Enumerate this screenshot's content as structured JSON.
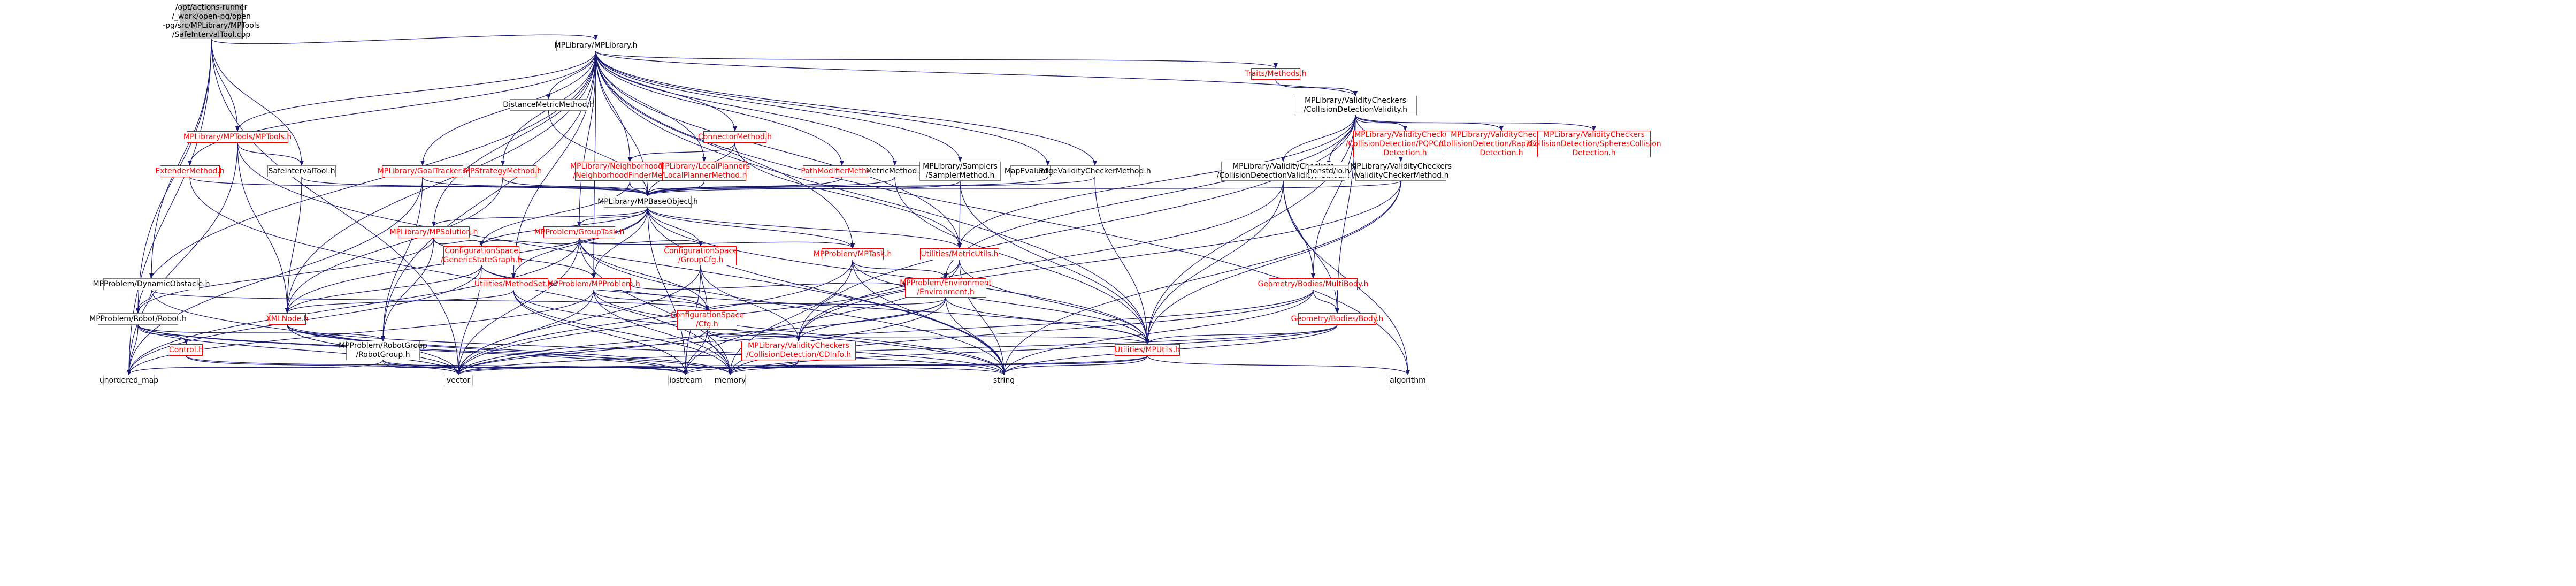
{
  "colors": {
    "edge": "#191970",
    "red_border": "#ff0000",
    "grey_border": "#808080",
    "root_fill": "#bfbfbf"
  },
  "nodes": {
    "root": {
      "lines": [
        "/opt/actions-runner",
        "/_work/open-pg/open",
        "-pg/src/MPLibrary/MPTools",
        "/SafeIntervalTool.cpp"
      ],
      "style": "root"
    },
    "mplibrary": {
      "lines": [
        "MPLibrary/MPLibrary.h"
      ],
      "style": "normal"
    },
    "traits": {
      "lines": [
        "Traits/Methods.h"
      ],
      "style": "red"
    },
    "cdv": {
      "lines": [
        "MPLibrary/ValidityCheckers",
        "/CollisionDetectionValidity.h"
      ],
      "style": "normal"
    },
    "mptools": {
      "lines": [
        "MPLibrary/MPTools/MPTools.h"
      ],
      "style": "red"
    },
    "extender": {
      "lines": [
        "ExtenderMethod.h"
      ],
      "style": "red"
    },
    "safeint": {
      "lines": [
        "SafeIntervalTool.h"
      ],
      "style": "normal"
    },
    "goaltracker": {
      "lines": [
        "MPLibrary/GoalTracker.h"
      ],
      "style": "red"
    },
    "mpstrategy": {
      "lines": [
        "MPStrategyMethod.h"
      ],
      "style": "red"
    },
    "distance": {
      "lines": [
        "DistanceMetricMethod.h"
      ],
      "style": "normal"
    },
    "nfinders": {
      "lines": [
        "MPLibrary/NeighborhoodFinders",
        "/NeighborhoodFinderMethod.h"
      ],
      "style": "red"
    },
    "connector": {
      "lines": [
        "ConnectorMethod.h"
      ],
      "style": "red"
    },
    "localplan": {
      "lines": [
        "MPLibrary/LocalPlanners",
        "/LocalPlannerMethod.h"
      ],
      "style": "red"
    },
    "pathmod": {
      "lines": [
        "PathModifierMethod.h"
      ],
      "style": "red"
    },
    "metric": {
      "lines": [
        "MetricMethod.h"
      ],
      "style": "normal"
    },
    "samplers": {
      "lines": [
        "MPLibrary/Samplers",
        "/SamplerMethod.h"
      ],
      "style": "normal"
    },
    "mapeval": {
      "lines": [
        "MapEvaluatorMethod.h"
      ],
      "style": "normal"
    },
    "edgevalid": {
      "lines": [
        "EdgeValidityCheckerMethod.h"
      ],
      "style": "normal"
    },
    "cdvm": {
      "lines": [
        "MPLibrary/ValidityCheckers",
        "/CollisionDetectionValidityMethod.h"
      ],
      "style": "normal"
    },
    "nonstd": {
      "lines": [
        "nonstd/io.h"
      ],
      "style": "plain"
    },
    "vcm": {
      "lines": [
        "MPLibrary/ValidityCheckers",
        "/ValidityCheckerMethod.h"
      ],
      "style": "normal"
    },
    "pqp": {
      "lines": [
        "MPLibrary/ValidityCheckers",
        "/CollisionDetection/PQPCollision",
        "Detection.h"
      ],
      "style": "red"
    },
    "rapid": {
      "lines": [
        "MPLibrary/ValidityCheckers",
        "/CollisionDetection/RapidCollision",
        "Detection.h"
      ],
      "style": "red"
    },
    "spheres": {
      "lines": [
        "MPLibrary/ValidityCheckers",
        "/CollisionDetection/SpheresCollision",
        "Detection.h"
      ],
      "style": "red"
    },
    "mpbase": {
      "lines": [
        "MPLibrary/MPBaseObject.h"
      ],
      "style": "normal"
    },
    "mpsolution": {
      "lines": [
        "MPLibrary/MPSolution.h"
      ],
      "style": "red"
    },
    "grouptask": {
      "lines": [
        "MPProblem/GroupTask.h"
      ],
      "style": "red"
    },
    "cspace_gsg": {
      "lines": [
        "ConfigurationSpace",
        "/GenericStateGraph.h"
      ],
      "style": "red"
    },
    "mptask": {
      "lines": [
        "MPProblem/MPTask.h"
      ],
      "style": "red"
    },
    "metricutils": {
      "lines": [
        "Utilities/MetricUtils.h"
      ],
      "style": "red"
    },
    "groupcfg": {
      "lines": [
        "ConfigurationSpace",
        "/GroupCfg.h"
      ],
      "style": "red"
    },
    "dynobst": {
      "lines": [
        "MPProblem/DynamicObstacle.h"
      ],
      "style": "normal"
    },
    "methodset": {
      "lines": [
        "Utilities/MethodSet.h"
      ],
      "style": "red"
    },
    "mpproblem": {
      "lines": [
        "MPProblem/MPProblem.h"
      ],
      "style": "red"
    },
    "environment": {
      "lines": [
        "MPProblem/Environment",
        "/Environment.h"
      ],
      "style": "red"
    },
    "multibody": {
      "lines": [
        "Geometry/Bodies/MultiBody.h"
      ],
      "style": "red"
    },
    "robot": {
      "lines": [
        "MPProblem/Robot/Robot.h"
      ],
      "style": "normal"
    },
    "xmlnode": {
      "lines": [
        "XMLNode.h"
      ],
      "style": "red"
    },
    "cfg": {
      "lines": [
        "ConfigurationSpace",
        "/Cfg.h"
      ],
      "style": "red"
    },
    "body": {
      "lines": [
        "Geometry/Bodies/Body.h"
      ],
      "style": "red"
    },
    "control": {
      "lines": [
        "Control.h"
      ],
      "style": "red"
    },
    "robotgroup": {
      "lines": [
        "MPProblem/RobotGroup",
        "/RobotGroup.h"
      ],
      "style": "normal"
    },
    "cdinfo": {
      "lines": [
        "MPLibrary/ValidityCheckers",
        "/CollisionDetection/CDInfo.h"
      ],
      "style": "red"
    },
    "mputils": {
      "lines": [
        "Utilities/MPUtils.h"
      ],
      "style": "red"
    },
    "unordered": {
      "lines": [
        "unordered_map"
      ],
      "style": "plain"
    },
    "vector": {
      "lines": [
        "vector"
      ],
      "style": "plain"
    },
    "iostream": {
      "lines": [
        "iostream"
      ],
      "style": "plain"
    },
    "memory": {
      "lines": [
        "memory"
      ],
      "style": "plain"
    },
    "string": {
      "lines": [
        "string"
      ],
      "style": "plain"
    },
    "algorithm": {
      "lines": [
        "algorithm"
      ],
      "style": "plain"
    }
  },
  "edges": [
    [
      "root",
      "mplibrary"
    ],
    [
      "root",
      "mptools"
    ],
    [
      "root",
      "safeint"
    ],
    [
      "root",
      "robot"
    ],
    [
      "root",
      "dynobst"
    ],
    [
      "root",
      "vector"
    ],
    [
      "root",
      "unordered"
    ],
    [
      "mplibrary",
      "traits"
    ],
    [
      "mplibrary",
      "cdv"
    ],
    [
      "mplibrary",
      "mptools"
    ],
    [
      "mplibrary",
      "extender"
    ],
    [
      "mplibrary",
      "goaltracker"
    ],
    [
      "mplibrary",
      "mpstrategy"
    ],
    [
      "mplibrary",
      "distance"
    ],
    [
      "mplibrary",
      "nfinders"
    ],
    [
      "mplibrary",
      "connector"
    ],
    [
      "mplibrary",
      "localplan"
    ],
    [
      "mplibrary",
      "pathmod"
    ],
    [
      "mplibrary",
      "metric"
    ],
    [
      "mplibrary",
      "samplers"
    ],
    [
      "mplibrary",
      "mapeval"
    ],
    [
      "mplibrary",
      "edgevalid"
    ],
    [
      "mplibrary",
      "mpbase"
    ],
    [
      "mplibrary",
      "mpsolution"
    ],
    [
      "mplibrary",
      "grouptask"
    ],
    [
      "mplibrary",
      "mptask"
    ],
    [
      "mplibrary",
      "metricutils"
    ],
    [
      "mplibrary",
      "methodset"
    ],
    [
      "mplibrary",
      "mpproblem"
    ],
    [
      "mplibrary",
      "xmlnode"
    ],
    [
      "mplibrary",
      "robot"
    ],
    [
      "mplibrary",
      "robotgroup"
    ],
    [
      "mplibrary",
      "mputils"
    ],
    [
      "mplibrary",
      "algorithm"
    ],
    [
      "traits",
      "cdv"
    ],
    [
      "cdv",
      "cdvm"
    ],
    [
      "cdv",
      "pqp"
    ],
    [
      "cdv",
      "rapid"
    ],
    [
      "cdv",
      "spheres"
    ],
    [
      "cdv",
      "nonstd"
    ],
    [
      "cdv",
      "vcm"
    ],
    [
      "cdv",
      "multibody"
    ],
    [
      "cdv",
      "body"
    ],
    [
      "cdv",
      "environment"
    ],
    [
      "cdv",
      "cdinfo"
    ],
    [
      "cdv",
      "mputils"
    ],
    [
      "cdv",
      "metricutils"
    ],
    [
      "cdvm",
      "vcm"
    ],
    [
      "cdvm",
      "nonstd"
    ],
    [
      "cdvm",
      "multibody"
    ],
    [
      "cdvm",
      "body"
    ],
    [
      "cdvm",
      "cdinfo"
    ],
    [
      "cdvm",
      "mputils"
    ],
    [
      "cdvm",
      "algorithm"
    ],
    [
      "vcm",
      "mpbase"
    ],
    [
      "vcm",
      "mputils"
    ],
    [
      "vcm",
      "cdinfo"
    ],
    [
      "vcm",
      "string"
    ],
    [
      "mptools",
      "safeint"
    ],
    [
      "mptools",
      "xmlnode"
    ],
    [
      "mptools",
      "unordered"
    ],
    [
      "mptools",
      "string"
    ],
    [
      "safeint",
      "mpbase"
    ],
    [
      "safeint",
      "xmlnode"
    ],
    [
      "extender",
      "mpbase"
    ],
    [
      "extender",
      "memory"
    ],
    [
      "goaltracker",
      "mpbase"
    ],
    [
      "goaltracker",
      "robotgroup"
    ],
    [
      "goaltracker",
      "unordered"
    ],
    [
      "mpstrategy",
      "mpbase"
    ],
    [
      "mpstrategy",
      "xmlnode"
    ],
    [
      "distance",
      "mpbase"
    ],
    [
      "nfinders",
      "mpbase"
    ],
    [
      "nfinders",
      "cspace_gsg"
    ],
    [
      "connector",
      "mpbase"
    ],
    [
      "connector",
      "nfinders"
    ],
    [
      "connector",
      "metricutils"
    ],
    [
      "localplan",
      "mpbase"
    ],
    [
      "pathmod",
      "mpbase"
    ],
    [
      "metric",
      "mpbase"
    ],
    [
      "metric",
      "mputils"
    ],
    [
      "samplers",
      "mpbase"
    ],
    [
      "samplers",
      "metricutils"
    ],
    [
      "samplers",
      "mputils"
    ],
    [
      "mapeval",
      "mpbase"
    ],
    [
      "edgevalid",
      "mpbase"
    ],
    [
      "edgevalid",
      "mputils"
    ],
    [
      "mpbase",
      "mpsolution"
    ],
    [
      "mpbase",
      "grouptask"
    ],
    [
      "mpbase",
      "mptask"
    ],
    [
      "mpbase",
      "metricutils"
    ],
    [
      "mpbase",
      "methodset"
    ],
    [
      "mpbase",
      "mpproblem"
    ],
    [
      "mpbase",
      "xmlnode"
    ],
    [
      "mpbase",
      "cspace_gsg"
    ],
    [
      "mpbase",
      "groupcfg"
    ],
    [
      "mpbase",
      "mputils"
    ],
    [
      "mpbase",
      "string"
    ],
    [
      "mpbase",
      "iostream"
    ],
    [
      "mpsolution",
      "cspace_gsg"
    ],
    [
      "mpsolution",
      "robotgroup"
    ],
    [
      "mpsolution",
      "robot"
    ],
    [
      "mpsolution",
      "mpproblem"
    ],
    [
      "grouptask",
      "mptask"
    ],
    [
      "grouptask",
      "cspace_gsg"
    ],
    [
      "grouptask",
      "groupcfg"
    ],
    [
      "grouptask",
      "cfg"
    ],
    [
      "grouptask",
      "memory"
    ],
    [
      "grouptask",
      "vector"
    ],
    [
      "grouptask",
      "string"
    ],
    [
      "grouptask",
      "unordered"
    ],
    [
      "cspace_gsg",
      "cfg"
    ],
    [
      "cspace_gsg",
      "xmlnode"
    ],
    [
      "cspace_gsg",
      "mputils"
    ],
    [
      "cspace_gsg",
      "vector"
    ],
    [
      "cspace_gsg",
      "unordered"
    ],
    [
      "mptask",
      "environment"
    ],
    [
      "mptask",
      "mputils"
    ],
    [
      "mptask",
      "vector"
    ],
    [
      "mptask",
      "memory"
    ],
    [
      "mptask",
      "string"
    ],
    [
      "metricutils",
      "mputils"
    ],
    [
      "metricutils",
      "iostream"
    ],
    [
      "metricutils",
      "string"
    ],
    [
      "metricutils",
      "vector"
    ],
    [
      "groupcfg",
      "cfg"
    ],
    [
      "groupcfg",
      "cdinfo"
    ],
    [
      "groupcfg",
      "vector"
    ],
    [
      "groupcfg",
      "iostream"
    ],
    [
      "dynobst",
      "robot"
    ],
    [
      "dynobst",
      "cfg"
    ],
    [
      "dynobst",
      "vector"
    ],
    [
      "methodset",
      "xmlnode"
    ],
    [
      "methodset",
      "iostream"
    ],
    [
      "methodset",
      "string"
    ],
    [
      "methodset",
      "memory"
    ],
    [
      "mpproblem",
      "environment"
    ],
    [
      "mpproblem",
      "cfg"
    ],
    [
      "mpproblem",
      "memory"
    ],
    [
      "mpproblem",
      "string"
    ],
    [
      "mpproblem",
      "vector"
    ],
    [
      "mpproblem",
      "unordered"
    ],
    [
      "environment",
      "cfg"
    ],
    [
      "environment",
      "mputils"
    ],
    [
      "environment",
      "cdinfo"
    ],
    [
      "environment",
      "memory"
    ],
    [
      "environment",
      "string"
    ],
    [
      "environment",
      "vector"
    ],
    [
      "multibody",
      "body"
    ],
    [
      "multibody",
      "vector"
    ],
    [
      "multibody",
      "string"
    ],
    [
      "multibody",
      "memory"
    ],
    [
      "robot",
      "control"
    ],
    [
      "robot",
      "robotgroup"
    ],
    [
      "robot",
      "unordered"
    ],
    [
      "robot",
      "memory"
    ],
    [
      "robot",
      "iostream"
    ],
    [
      "robot",
      "vector"
    ],
    [
      "xmlnode",
      "iostream"
    ],
    [
      "xmlnode",
      "memory"
    ],
    [
      "xmlnode",
      "string"
    ],
    [
      "xmlnode",
      "vector"
    ],
    [
      "cfg",
      "cdinfo"
    ],
    [
      "cfg",
      "vector"
    ],
    [
      "cfg",
      "iostream"
    ],
    [
      "cfg",
      "memory"
    ],
    [
      "cfg",
      "string"
    ],
    [
      "cfg",
      "mputils"
    ],
    [
      "body",
      "mputils"
    ],
    [
      "body",
      "vector"
    ],
    [
      "body",
      "string"
    ],
    [
      "body",
      "memory"
    ],
    [
      "control",
      "vector"
    ],
    [
      "control",
      "iostream"
    ],
    [
      "robotgroup",
      "vector"
    ],
    [
      "robotgroup",
      "iostream"
    ],
    [
      "robotgroup",
      "string"
    ],
    [
      "robotgroup",
      "unordered"
    ],
    [
      "cdinfo",
      "vector"
    ],
    [
      "cdinfo",
      "iostream"
    ],
    [
      "cdinfo",
      "memory"
    ],
    [
      "mputils",
      "vector"
    ],
    [
      "mputils",
      "iostream"
    ],
    [
      "mputils",
      "string"
    ],
    [
      "mputils",
      "memory"
    ],
    [
      "mputils",
      "algorithm"
    ]
  ]
}
